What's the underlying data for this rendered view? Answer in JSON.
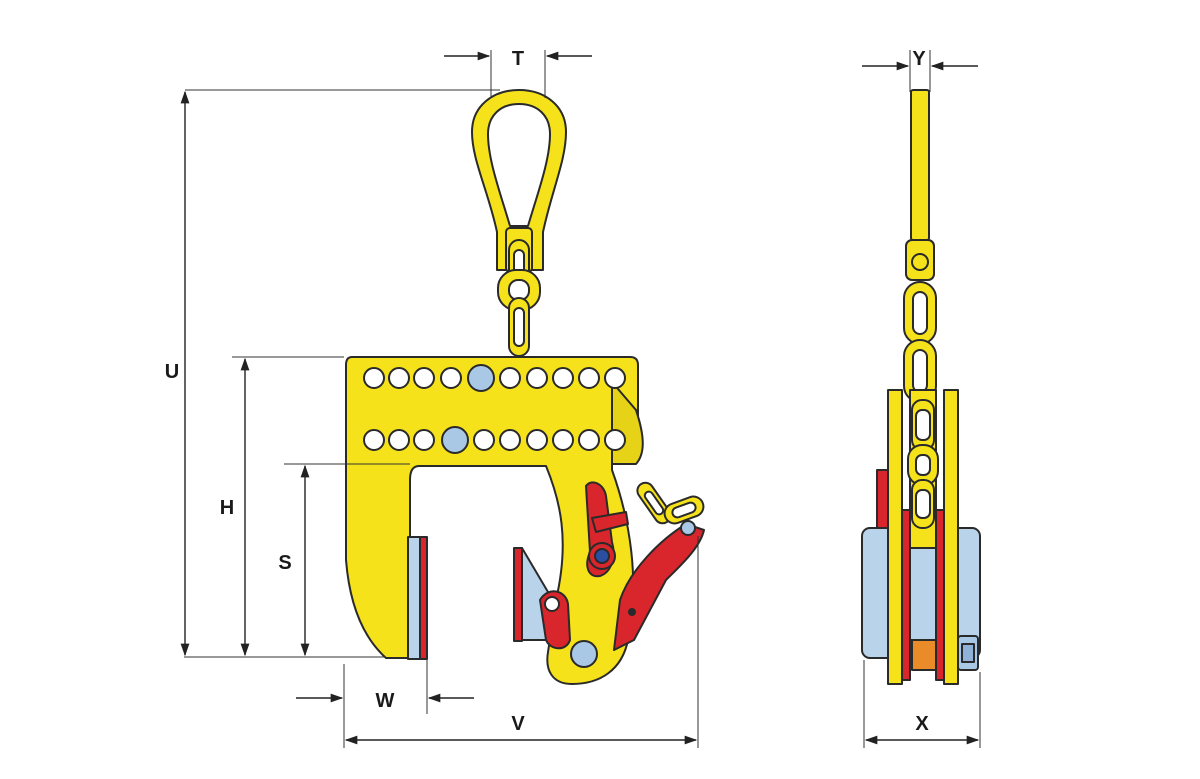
{
  "labels": {
    "T": "T",
    "U": "U",
    "H": "H",
    "S": "S",
    "W": "W",
    "V": "V",
    "Y": "Y",
    "X": "X"
  },
  "colors": {
    "body": "#f5e21a",
    "body_dark": "#d9c40f",
    "red": "#d8262c",
    "pad": "#b9d3ea",
    "pin": "#a9c8e6",
    "orange": "#e98b28",
    "blue_dot": "#2b4fa0"
  }
}
